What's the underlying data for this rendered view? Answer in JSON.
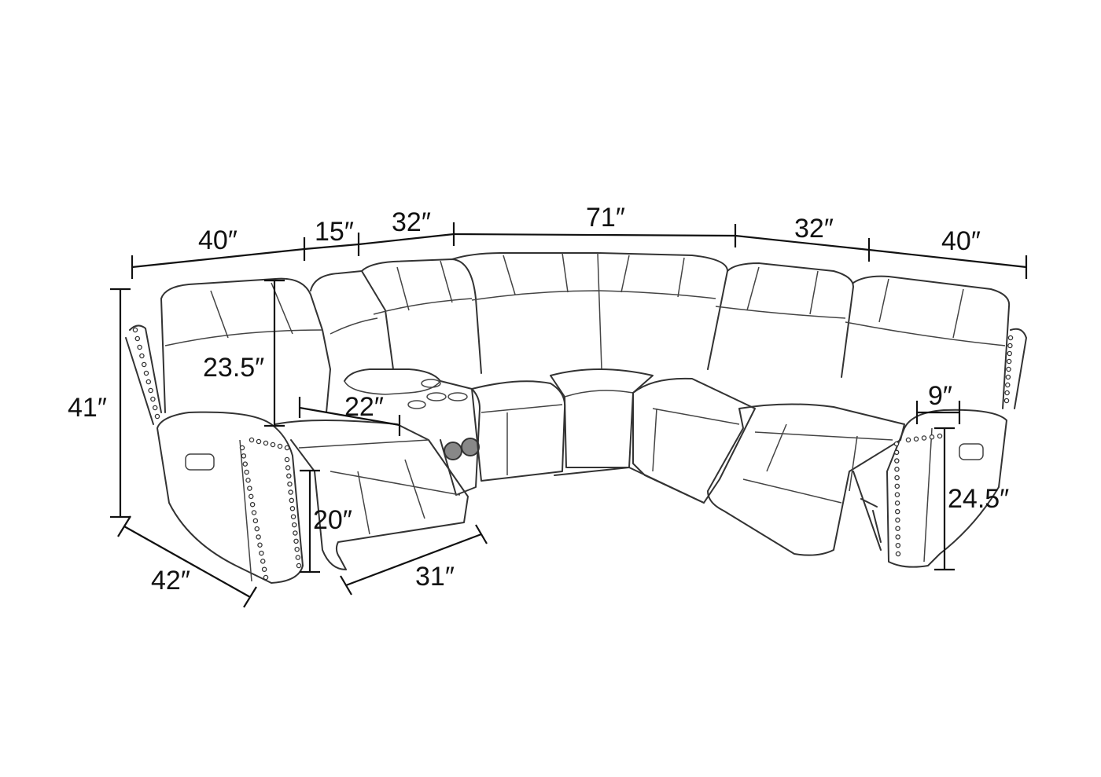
{
  "dimensions": {
    "top_left_width": "40″",
    "top_console_width": "15″",
    "top_armless_left_width": "32″",
    "top_corner_width": "71″",
    "top_armless_right_width": "32″",
    "top_right_width": "40″",
    "overall_height": "41″",
    "back_height": "23.5″",
    "seat_depth": "22″",
    "seat_height": "20″",
    "footrest_extension": "31″",
    "arm_depth": "42″",
    "arm_width": "9″",
    "arm_height": "24.5″"
  },
  "colors": {
    "line": "#333333",
    "background": "#ffffff",
    "cupholder": "#888888"
  }
}
